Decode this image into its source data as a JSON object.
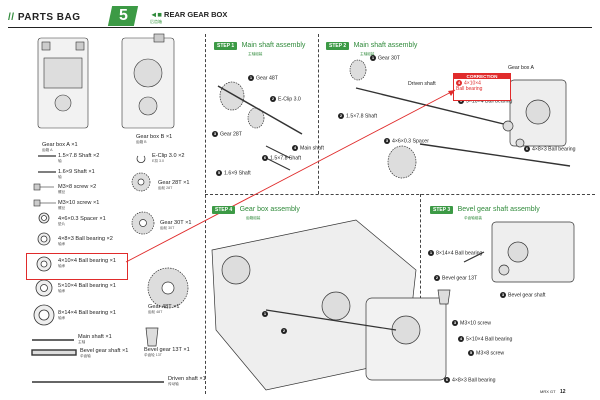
{
  "header": {
    "section": "PARTS BAG",
    "number": "5",
    "title": "REAR GEAR BOX",
    "title_cn": "后齿箱"
  },
  "parts_list": [
    {
      "label": "Gear box A ×1",
      "cn": "齿箱 A"
    },
    {
      "label": "Gear box B ×1",
      "cn": "齿箱 B"
    },
    {
      "label": "1.5×7.8 Shaft ×2",
      "cn": "轴"
    },
    {
      "label": "1.6×9 Shaft ×1",
      "cn": "轴"
    },
    {
      "label": "M3×8 screw ×2",
      "cn": "螺丝"
    },
    {
      "label": "M3×10 screw ×1",
      "cn": "螺丝"
    },
    {
      "label": "4×6×0.3 Spacer ×1",
      "cn": "垫片"
    },
    {
      "label": "4×8×3 Ball bearing ×2",
      "cn": "轴承"
    },
    {
      "label": "4×10×4 Ball bearing ×1",
      "cn": "轴承"
    },
    {
      "label": "5×10×4 Ball bearing ×1",
      "cn": "轴承"
    },
    {
      "label": "8×14×4 Ball bearing ×1",
      "cn": "轴承"
    },
    {
      "label": "Main shaft ×1",
      "cn": "主轴"
    },
    {
      "label": "Bevel gear shaft ×1",
      "cn": "伞齿轴"
    },
    {
      "label": "E-Clip 3.0 ×2",
      "cn": "E扣 3.0"
    },
    {
      "label": "Gear 28T ×1",
      "cn": "齿轮 28T"
    },
    {
      "label": "Gear 30T ×1",
      "cn": "齿轮 30T"
    },
    {
      "label": "Gear 48T ×1",
      "cn": "齿轮 48T"
    },
    {
      "label": "Bevel gear 13T ×1",
      "cn": "伞齿轮 13T"
    },
    {
      "label": "Driven shaft ×1",
      "cn": "传动轴"
    }
  ],
  "steps": {
    "step1": {
      "chip": "STEP 1",
      "title": "Main shaft assembly",
      "cn": "主轴组装"
    },
    "step2": {
      "chip": "STEP 2",
      "title": "Main shaft assembly",
      "cn": "主轴组装"
    },
    "step3": {
      "chip": "STEP 3",
      "title": "Bevel gear shaft assembly",
      "cn": "伞齿轴组装"
    },
    "step4": {
      "chip": "STEP 4",
      "title": "Gear box assembly",
      "cn": "齿箱组装"
    }
  },
  "step1_labels": {
    "gear48": "Gear 48T",
    "eclip": "E-Clip 3.0",
    "gear28": "Gear 28T",
    "main_shaft": "Main shaft",
    "shaft_1_6": "1.6×9 Shaft",
    "shaft_1_5": "1.5×7.8 Shaft"
  },
  "step2_labels": {
    "gear30": "Gear 30T",
    "driven": "Driven shaft",
    "shaft_1_5": "1.5×7.8 Shaft",
    "spacer": "4×6×0.3 Spacer",
    "gearbox_a": "Gear box A",
    "bb_5104": "5×10×4 Ball bearing",
    "bb_483": "4×8×3 Ball bearing"
  },
  "correction": {
    "head": "CORRECTION",
    "line1": "4×10×4",
    "line2": "Ball bearing"
  },
  "step3_labels": {
    "bb_8144": "8×14×4 Ball bearing",
    "bevel13": "Bevel gear 13T",
    "bevel_shaft": "Bevel gear shaft"
  },
  "step4_labels": {
    "m310": "M3×10 screw",
    "bb_5104": "5×10×4 Ball bearing",
    "m38": "M3×8 screw",
    "bb_483": "4×8×3 Ball bearing"
  },
  "footer": {
    "model": "MRX GT",
    "page": "12"
  },
  "colors": {
    "accent": "#3c9a45",
    "correction": "#e02b2b"
  }
}
